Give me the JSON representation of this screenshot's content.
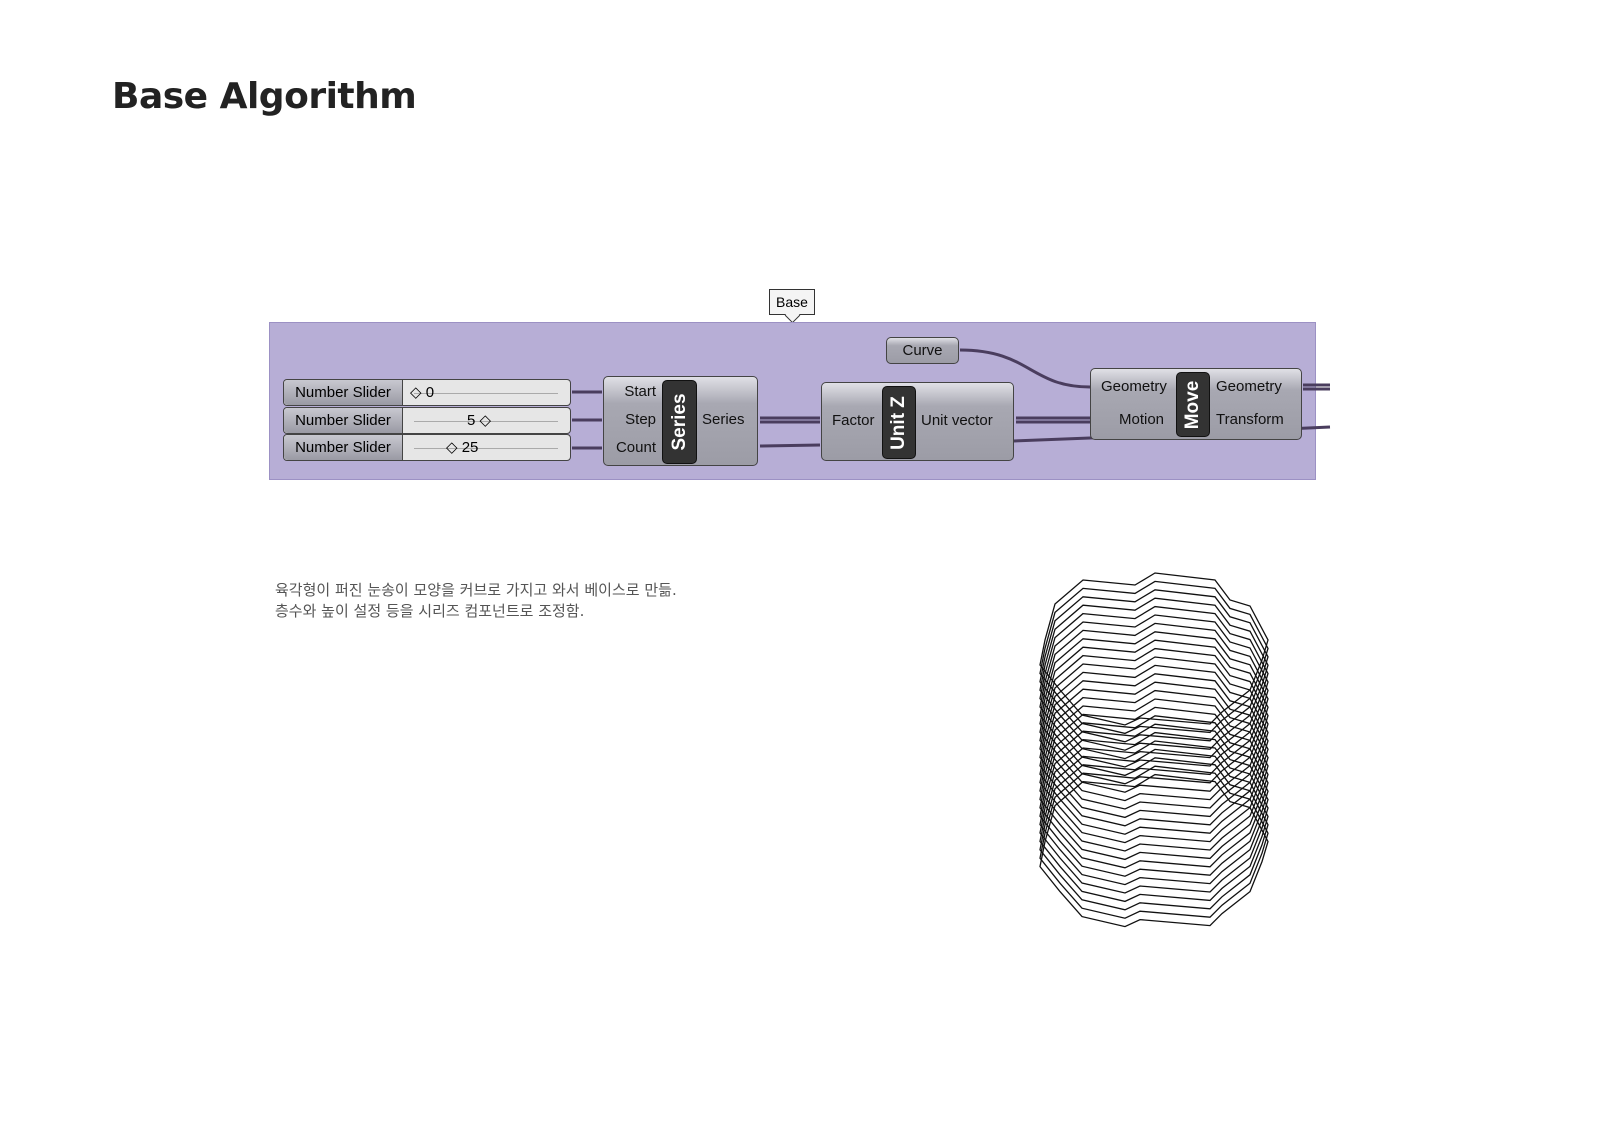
{
  "title": "Base Algorithm",
  "group_label": "Base",
  "sliders": [
    {
      "label": "Number Slider",
      "value": "0"
    },
    {
      "label": "Number Slider",
      "value": "5"
    },
    {
      "label": "Number Slider",
      "value": "25"
    }
  ],
  "series": {
    "name": "Series",
    "inputs": [
      "Start",
      "Step",
      "Count"
    ],
    "output": "Series"
  },
  "curve": {
    "label": "Curve"
  },
  "unitz": {
    "name": "Unit Z",
    "input": "Factor",
    "output": "Unit vector"
  },
  "move": {
    "name": "Move",
    "inputs": [
      "Geometry",
      "Motion"
    ],
    "outputs": [
      "Geometry",
      "Transform"
    ]
  },
  "description": [
    "육각형이 퍼진 눈송이 모양을 커브로 가지고 와서 베이스로 만듦.",
    "층수와 높이 설정 등을 시리즈 컴포넌트로 조정함."
  ],
  "stack": {
    "layers": 25
  },
  "colors": {
    "group": "#b7aed6",
    "wire": "#4a3d5e"
  }
}
